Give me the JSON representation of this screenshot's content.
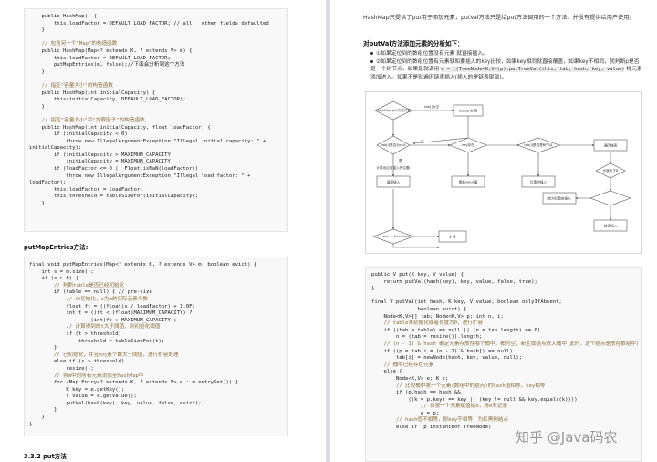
{
  "left_page": {
    "code1": [
      "    public HashMap() {",
      "        this.loadFactor = DEFAULT_LOAD_FACTOR; // all   other fields defaulted",
      "    }",
      "",
      "    // 包含另一个\"Map\"的构造函数",
      "    public HashMap(Map<? extends K, ? extends V> m) {",
      "        this.loadFactor = DEFAULT_LOAD_FACTOR;",
      "        putMapEntries(m, false);//下面会分析到这个方法",
      "    }",
      "",
      "    // 指定\"容量大小\"的构造函数",
      "    public HashMap(int initialCapacity) {",
      "        this(initialCapacity, DEFAULT_LOAD_FACTOR);",
      "    }",
      "",
      "    // 指定\"容量大小\"和\"加载因子\"的构造函数",
      "    public HashMap(int initialCapacity, float loadFactor) {",
      "        if (initialCapacity < 0)",
      "            throw new IllegalArgumentException(\"Illegal initial capacity: \" +",
      "initialCapacity);",
      "        if (initialCapacity > MAXIMUM_CAPACITY)",
      "            initialCapacity = MAXIMUM_CAPACITY;",
      "        if (loadFactor <= 0 || Float.isNaN(loadFactor))",
      "            throw new IllegalArgumentException(\"Illegal load factor: \" +",
      "loadFactor);",
      "        this.loadFactor = loadFactor;",
      "        this.threshold = tableSizeFor(initialCapacity);",
      "    }"
    ],
    "heading1": "putMapEntries方法:",
    "code2": [
      "final void putMapEntries(Map<? extends K, ? extends V> m, boolean evict) {",
      "    int s = m.size();",
      "    if (s > 0) {",
      "        // 判断table是否已经初始化",
      "        if (table == null) { // pre-size",
      "            // 未初始化，s为m的实际元素个数",
      "            float ft = ((float)s / loadFactor) + 1.0F;",
      "            int t = ((ft < (float)MAXIMUM_CAPACITY) ?",
      "                    (int)ft : MAXIMUM_CAPACITY);",
      "            // 计算得到的t大于阈值，则初始化阈值",
      "            if (t > threshold)",
      "                threshold = tableSizeFor(t);",
      "        }",
      "        // 已初始化，并且m元素个数大于阈值，进行扩容处理",
      "        else if (s > threshold)",
      "            resize();",
      "        // 将m中的所有元素添加至HashMap中",
      "        for (Map.Entry<? extends K, ? extends V> e : m.entrySet()) {",
      "            K key = e.getKey();",
      "            V value = e.getValue();",
      "            putVal(hash(key), key, value, false, evict);",
      "        }",
      "    }",
      "}"
    ],
    "heading2": "3.3.2 put方法"
  },
  "right_page": {
    "intro": "HashMap只提供了put用于添加元素，putVal方法只是给put方法调用的一个方法，并没有提供给用户使用。",
    "heading": "对putVal方法添加元素的分析如下：",
    "bullet1": "①如果定位到的数组位置没有元素 就直接插入。",
    "bullet2_parts": [
      "②如果定位到的数组位置有元素就和要插入的key比较，如果key相同就直接覆盖，如果key不相同，就判断p是否是一个树节点，如果是就调用",
      "e = ((TreeNode<K,V>)p).putTreeVal(this, tab, hash, key, value)",
      "将元素添加进入。如果不是就遍历链表插入(插入的是链表尾部)。"
    ],
    "flowchart_labels": {
      "start": "HashMap put方法开始",
      "resize": "resize()扩容",
      "tab_empty": "tab[]为空",
      "node_null": "tab[i]是否为null",
      "key_exists": "key存在",
      "is_tree": "tab[i]是否是树节点",
      "calc_i": "计算出应该插入的位置i",
      "direct_insert": "直接插入",
      "overwrite": "覆盖value值",
      "tree_insert": "红黑树插入",
      "traverse": "遍历链表",
      "len_gt8": "长度大于8",
      "to_tree": "转为红黑树插入",
      "list_insert": "链表插入",
      "size_gt": "++size > threshold",
      "expand": "扩容",
      "yes": "是",
      "no": "否"
    },
    "code": [
      "public V put(K key, V value) {",
      "    return putVal(hash(key), key, value, false, true);",
      "}",
      "",
      "final V putVal(int hash, K key, V value, boolean onlyIfAbsent,",
      "               boolean evict) {",
      "    Node<K,V>[] tab; Node<K,V> p; int n, i;",
      "    // table未初始化或者长度为0，进行扩容",
      "    if ((tab = table) == null || (n = tab.length) == 0)",
      "        n = (tab = resize()).length;",
      "    // (n - 1) & hash 确定元素存放在哪个桶中，桶为空，新生成结点放入桶中(此时，这个结点是放在数组中)",
      "    if ((p = tab[i = (n - 1) & hash]) == null)",
      "        tab[i] = newNode(hash, key, value, null);",
      "    // 桶中已经存在元素",
      "    else {",
      "        Node<K,V> e; K k;",
      "        // 比较桶中第一个元素(数组中的结点)的hash值相等，key相等",
      "        if (p.hash == hash &&",
      "            ((k = p.key) == key || (key != null && key.equals(k))))",
      "                // 将第一个元素赋值给e，用e来记录",
      "                e = p;",
      "        // hash值不相等，即key不相等；为红黑树结点",
      "        else if (p instanceof TreeNode)"
    ],
    "watermark": "知乎 @Java码农"
  }
}
